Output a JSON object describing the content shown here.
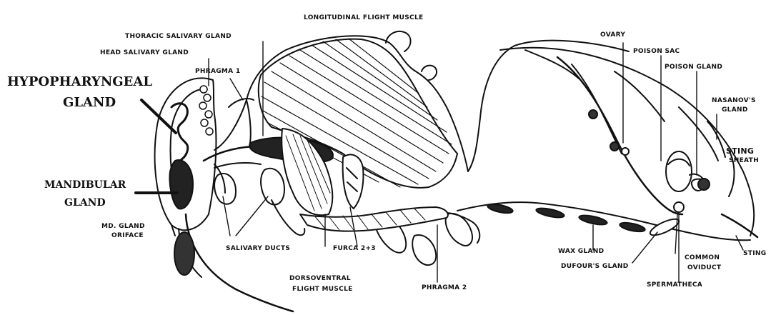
{
  "diagram": {
    "labels": {
      "longitudinal_flight_muscle": "LONGITUDINAL FLIGHT MUSCLE",
      "thoracic_salivary_gland": "THORACIC SALIVARY GLAND",
      "head_salivary_gland": "HEAD SALIVARY GLAND",
      "phragma_1": "PHRAGMA 1",
      "hypopharyngeal_line1": "HYPOPHARYNGEAL",
      "hypopharyngeal_line2": "GLAND",
      "mandibular_line1": "MANDIBULAR",
      "mandibular_line2": "GLAND",
      "md_gland_line1": "MD. GLAND",
      "md_gland_line2": "ORIFACE",
      "salivary_ducts": "SALIVARY DUCTS",
      "furca": "FURCA 2+3",
      "dorsoventral_line1": "DORSOVENTRAL",
      "dorsoventral_line2": "FLIGHT MUSCLE",
      "phragma_2": "PHRAGMA 2",
      "ovary": "OVARY",
      "poison_sac": "POISON SAC",
      "poison_gland": "POISON GLAND",
      "nasanov_line1": "NASANOV'S",
      "nasanov_line2": "GLAND",
      "sting_sheath_line1": "STING",
      "sting_sheath_line2": "SHEATH",
      "sting": "STING",
      "wax_gland": "WAX GLAND",
      "dufours_gland": "DUFOUR'S GLAND",
      "common_oviduct_line1": "COMMON",
      "common_oviduct_line2": "OVIDUCT",
      "spermatheca": "SPERMATHECA"
    },
    "colors": {
      "ink": "#111111",
      "paper": "#ffffff"
    }
  }
}
